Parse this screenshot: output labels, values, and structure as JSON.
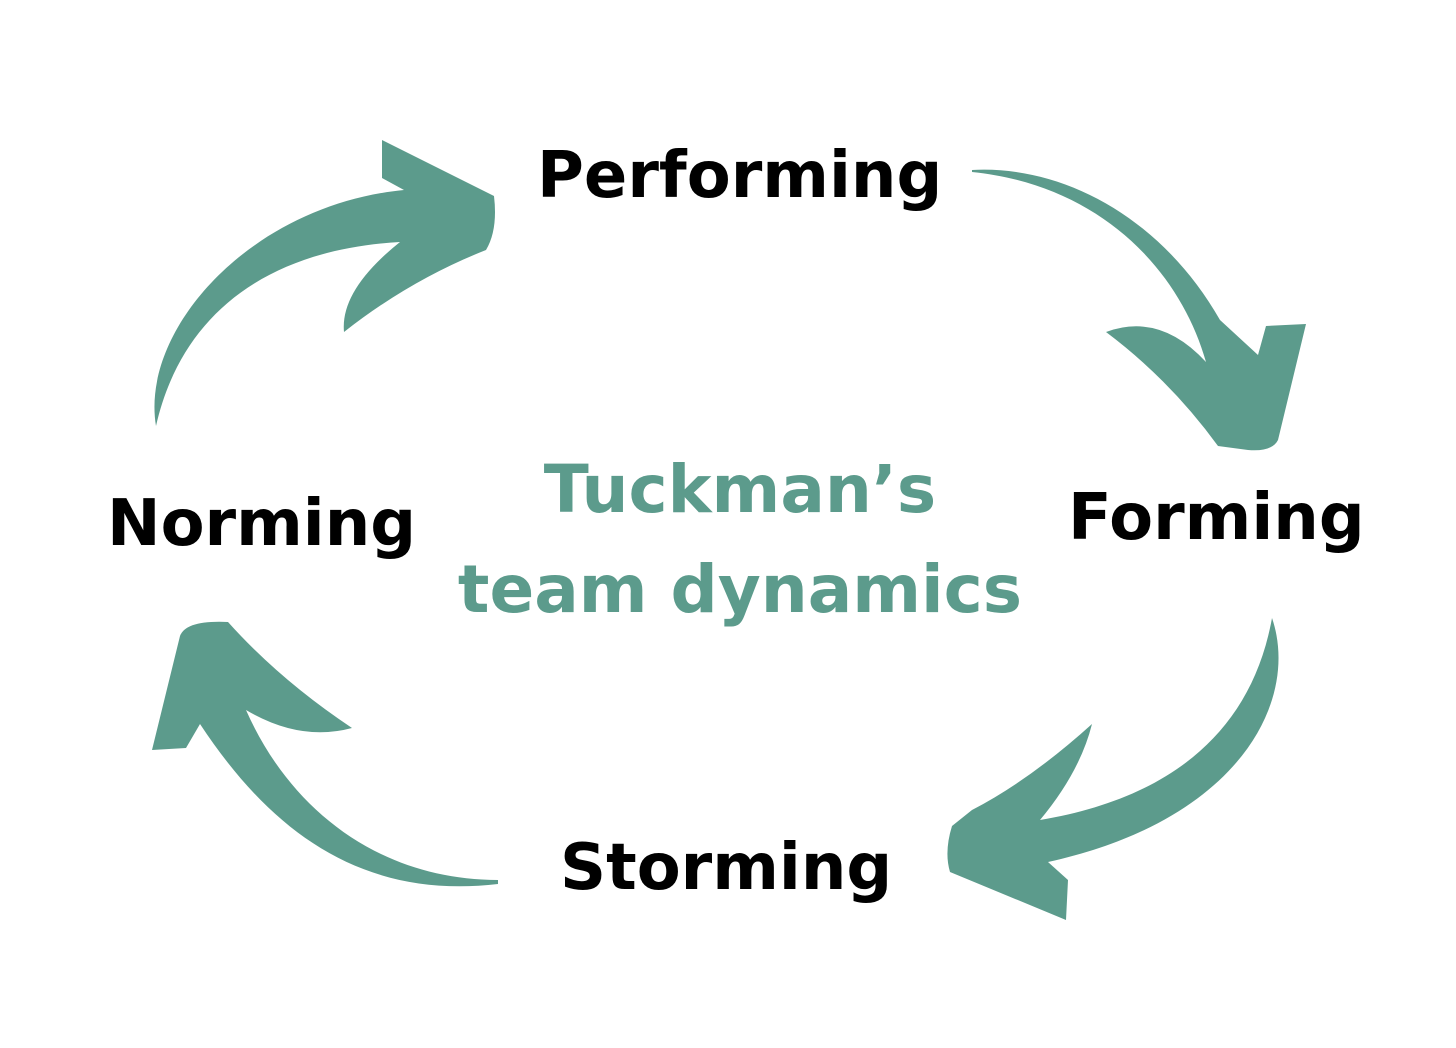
{
  "diagram": {
    "title_line1": "Tuckman’s",
    "title_line2": "team dynamics",
    "stages": {
      "performing": "Performing",
      "forming": "Forming",
      "storming": "Storming",
      "norming": "Norming"
    },
    "arrow_color": "#5c9b8c",
    "title_color": "#5c9b8c",
    "label_color": "#000000"
  }
}
